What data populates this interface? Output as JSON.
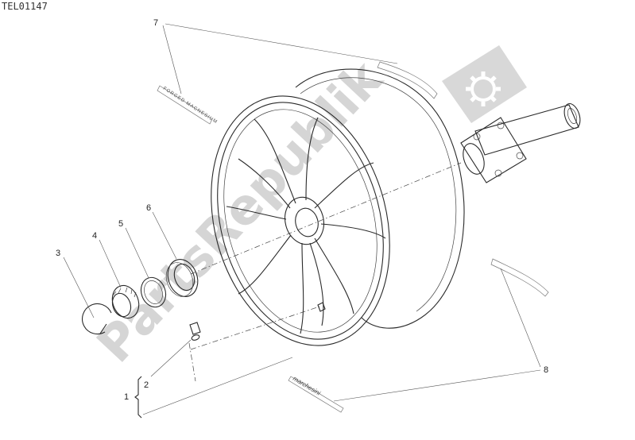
{
  "drawing_code": "TEL01147",
  "watermark": {
    "text": "PartsRepublik",
    "color": "#d5d5d5",
    "icon": "gear-icon"
  },
  "callouts": {
    "c1": "1",
    "c2": "2",
    "c3": "3",
    "c4": "4",
    "c5": "5",
    "c6": "6",
    "c7": "7",
    "c8": "8"
  },
  "decals": {
    "forged": "FORGED MAGNESIUM",
    "brand": "marchesini"
  }
}
